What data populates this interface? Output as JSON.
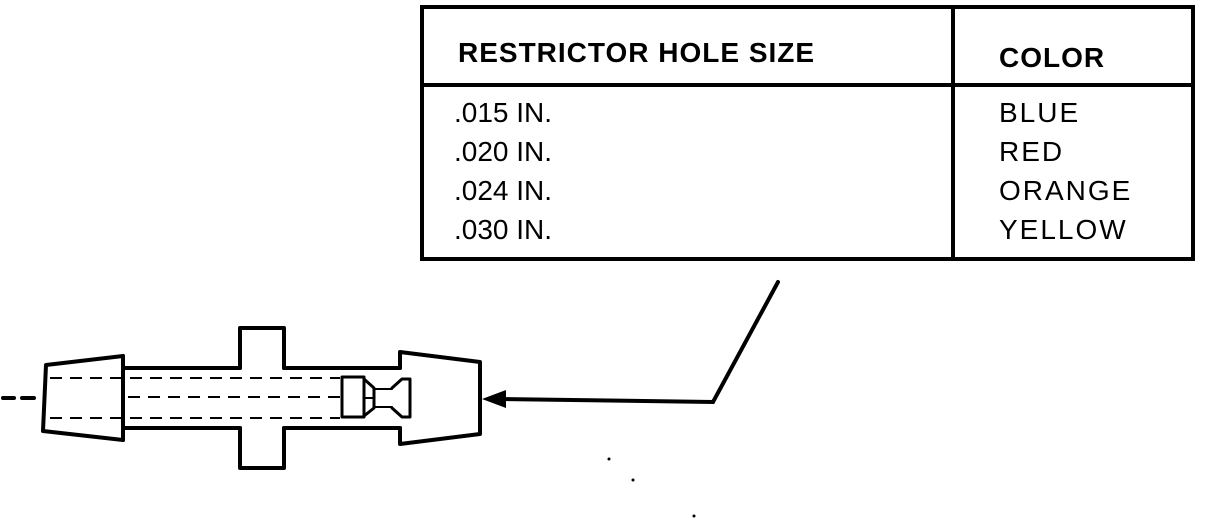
{
  "table": {
    "headers": {
      "hole_size": "RESTRICTOR HOLE SIZE",
      "color": "COLOR"
    },
    "rows": [
      {
        "hole_size": ".015 IN.",
        "color": "BLUE"
      },
      {
        "hole_size": ".020 IN.",
        "color": "RED"
      },
      {
        "hole_size": ".024 IN.",
        "color": "ORANGE"
      },
      {
        "hole_size": ".030 IN.",
        "color": "YELLOW"
      }
    ]
  },
  "colors": {
    "ink": "#000000",
    "paper": "#ffffff"
  }
}
